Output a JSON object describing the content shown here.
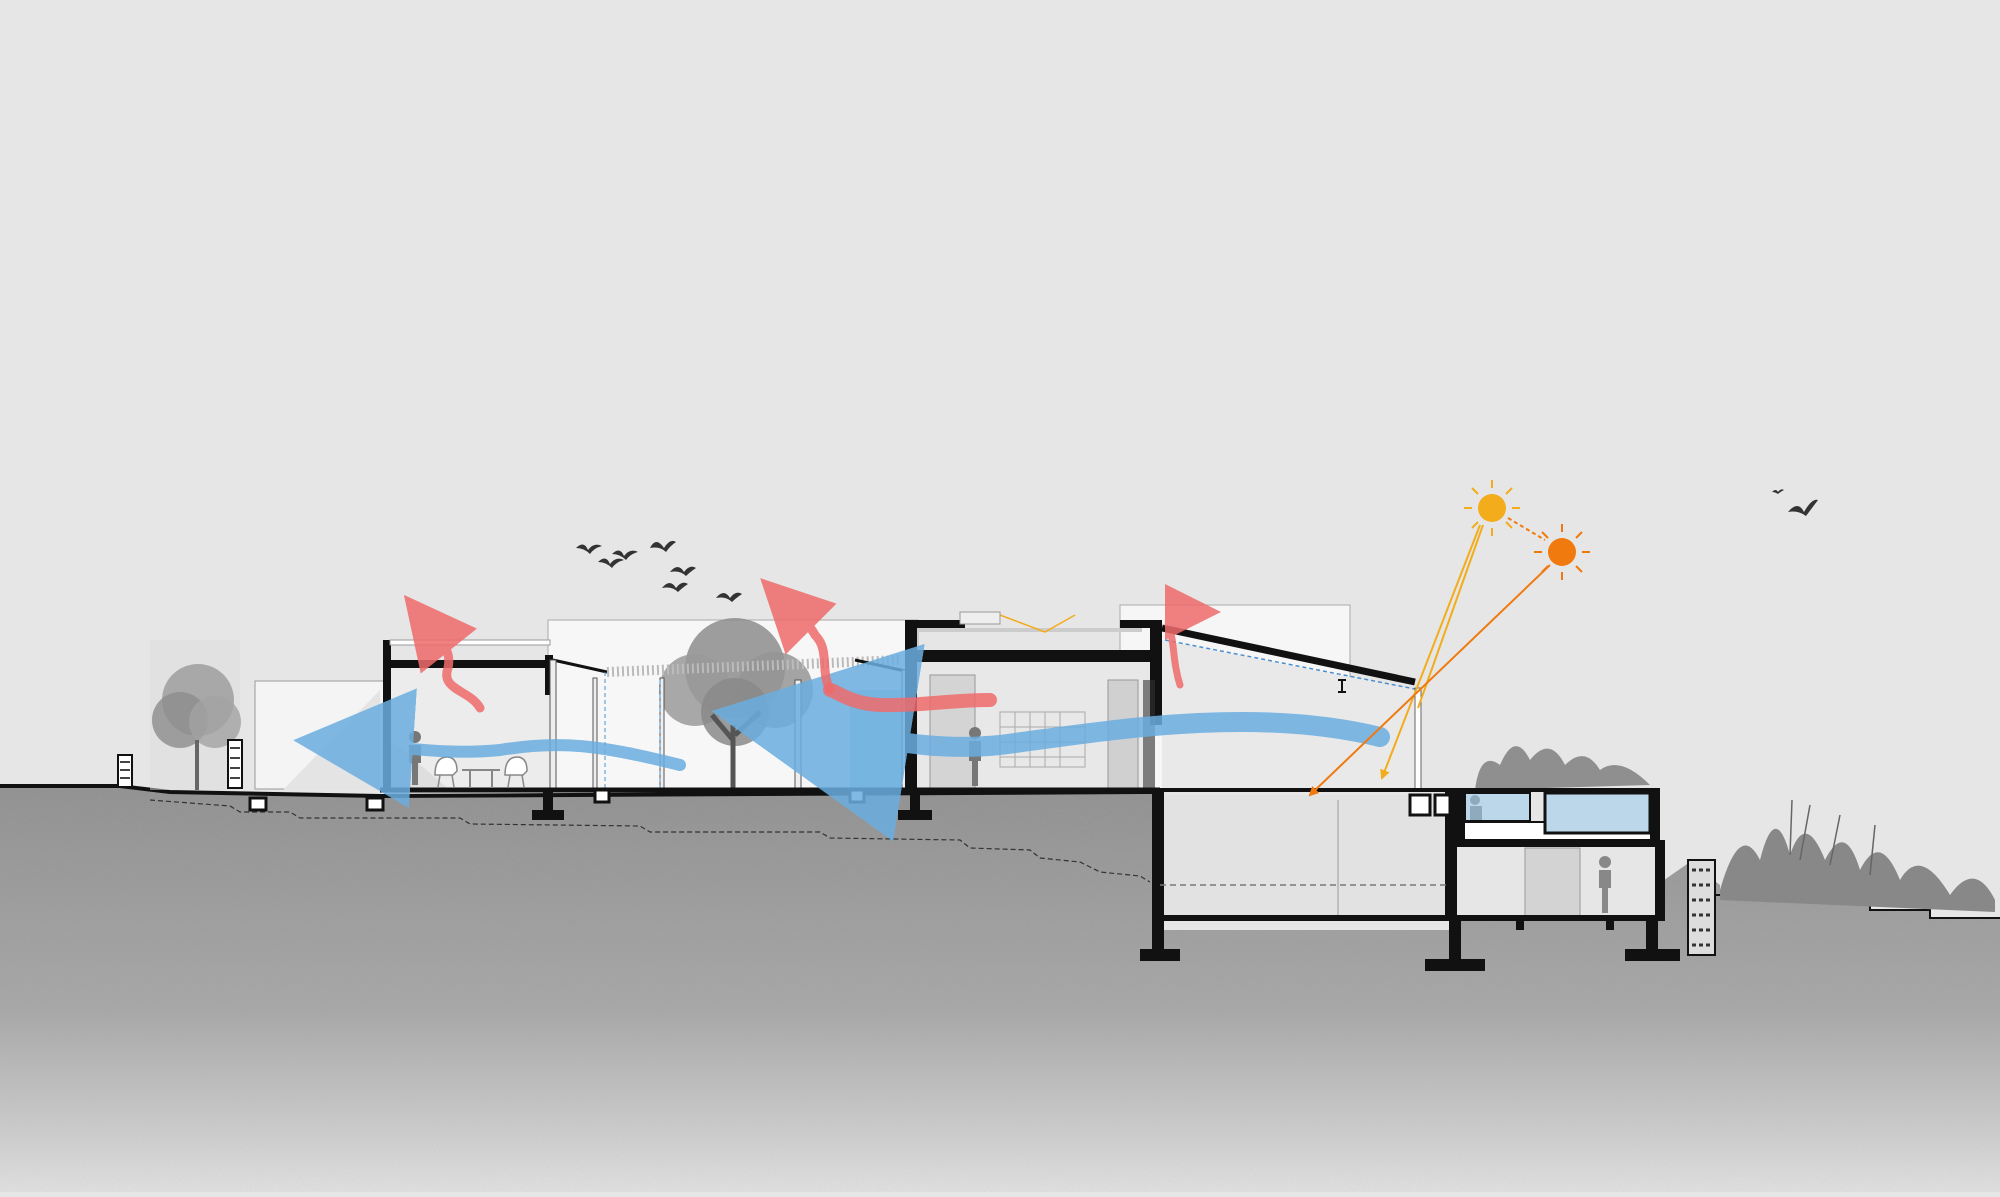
{
  "diagram": {
    "type": "architectural-section",
    "palette": {
      "sky": "#e6e6e6",
      "ground": "#8e8e8e",
      "structure": "#111111",
      "cool_air": "#6aaee0",
      "warm_air": "#ef6b6b",
      "sun_high": "#f2ac1c",
      "sun_low": "#f07a0e",
      "interior_glass": "#bcd7ea",
      "vegetation": "#8a8a8a"
    },
    "elements": {
      "suns": [
        {
          "id": "sun-high",
          "icon": "sun-icon",
          "color": "#f2ac1c"
        },
        {
          "id": "sun-low",
          "icon": "sun-icon",
          "color": "#f07a0e"
        }
      ],
      "airflows": [
        {
          "id": "cool-airflow-main",
          "kind": "cool",
          "color": "#6aaee0"
        },
        {
          "id": "cool-airflow-west",
          "kind": "cool",
          "color": "#6aaee0"
        },
        {
          "id": "warm-airflow-west",
          "kind": "warm",
          "color": "#ef6b6b"
        },
        {
          "id": "warm-airflow-courtyard",
          "kind": "warm",
          "color": "#ef6b6b"
        },
        {
          "id": "warm-airflow-living",
          "kind": "warm",
          "color": "#ef6b6b"
        },
        {
          "id": "warm-airflow-roof",
          "kind": "warm",
          "color": "#ef6b6b"
        }
      ],
      "bird_count_flock": 7,
      "bird_count_solo": 2,
      "people_count": 4,
      "chairs_count": 2
    }
  }
}
